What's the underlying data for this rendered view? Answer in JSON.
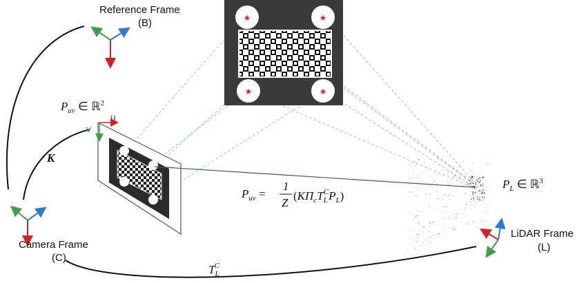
{
  "frames": {
    "reference": {
      "title": "Reference Frame",
      "code": "(B)"
    },
    "camera": {
      "title": "Camera Frame",
      "code": "(C)"
    },
    "lidar": {
      "title": "LiDAR Frame",
      "code": "(L)"
    }
  },
  "labels": {
    "puv_symbol": "P",
    "puv_sub": "uv",
    "puv_set": " ∈ ℝ",
    "puv_exp": "2",
    "pl_symbol": "P",
    "pl_sub": "L",
    "pl_set": " ∈ ℝ",
    "pl_exp": "3",
    "k_matrix": "K",
    "axis_u": "u",
    "axis_v": "v",
    "transform_symbol": "T",
    "transform_sub": "L",
    "transform_sup": "C"
  },
  "equation": {
    "lhs": "P",
    "lhs_sub": "uv",
    "equals": " = ",
    "numerator": "1",
    "denominator": "Z",
    "open": "(",
    "k": "K",
    "pi": "Π",
    "pi_sub": "c",
    "t": "T",
    "t_sub": "L",
    "t_sup": "C",
    "p": "P",
    "p_sub": "L",
    "close": ")"
  },
  "colors": {
    "axis_red": "#d62020",
    "axis_green": "#3aa04a",
    "axis_blue": "#2a7bd0",
    "board_dark": "#3a3a3a",
    "projection_line": "#2f6b2f",
    "dashed_blue": "#8ec5e8",
    "dashed_gray": "#b5b5b5",
    "star": "#e02020"
  }
}
